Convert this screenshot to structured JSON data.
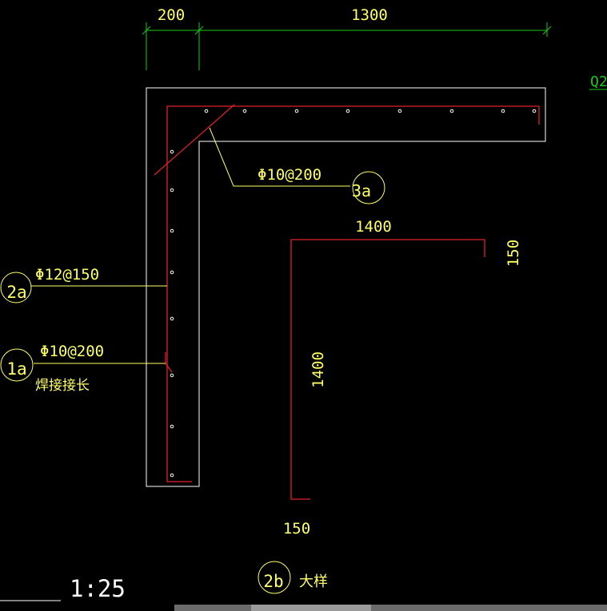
{
  "dimensions": {
    "top_left": "200",
    "top_right": "1300",
    "bend_top": "1400",
    "bend_hook_right": "150",
    "bend_side": "1400",
    "bend_hook_bottom": "150"
  },
  "labels": {
    "rebar_3a": "Φ10@200",
    "rebar_2a": "Φ12@150",
    "rebar_1a": "Φ10@200",
    "weld_note": "焊接接长",
    "detail_title": "大样",
    "scale": "1:25",
    "edge_label": "Q2"
  },
  "callouts": {
    "c3a": "3a",
    "c2a": "2a",
    "c1a": "1a",
    "c2b": "2b"
  },
  "colors": {
    "background": "#000000",
    "outline": "#ffffff",
    "rebar": "#e0202a",
    "leader": "#ffff66",
    "dimension": "#19c819",
    "text": "#ffff66"
  }
}
